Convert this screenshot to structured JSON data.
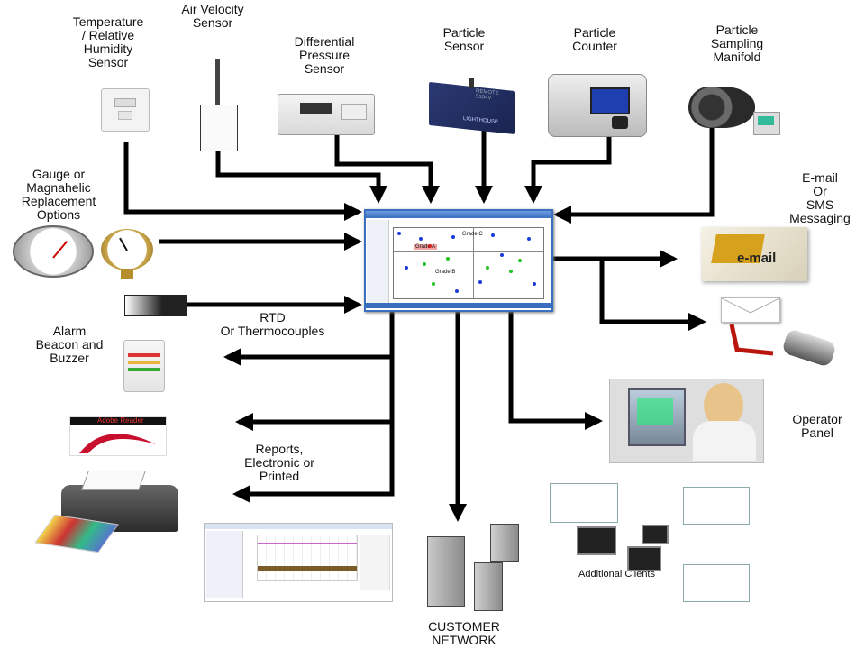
{
  "labels": {
    "temp_humidity": "Temperature\n/ Relative\nHumidity\nSensor",
    "air_velocity": "Air Velocity\nSensor",
    "diff_pressure": "Differential\nPressure\nSensor",
    "particle_sensor": "Particle\nSensor",
    "particle_counter": "Particle\nCounter",
    "sampling_manifold": "Particle\nSampling\nManifold",
    "gauge": "Gauge or\nMagnahelic\nReplacement\nOptions",
    "email": "E-mail\nOr\nSMS\nMessaging",
    "rtd": "RTD\nOr Thermocouples",
    "alarm": "Alarm\nBeacon and\nBuzzer",
    "reports": "Reports,\nElectronic or\nPrinted",
    "operator_panel": "Operator\nPanel",
    "additional_clients": "Additional Clients",
    "customer_network": "CUSTOMER\nNETWORK"
  },
  "screen": {
    "grade_c": "Grade C",
    "grade_a": "Grade A",
    "grade_b": "Grade B"
  },
  "device_text": {
    "email_card": "e-mail",
    "adobe": "Adobe Reader",
    "particle_sensor_brand": "LIGHTHOUSE",
    "particle_sensor_model": "REMOTE\n5104V"
  },
  "colors": {
    "arrow": "#000000",
    "screen_frame": "#3a6fc0",
    "dot_blue": "#1a3cd8",
    "dot_green": "#22c322",
    "dot_red": "#d22020"
  }
}
